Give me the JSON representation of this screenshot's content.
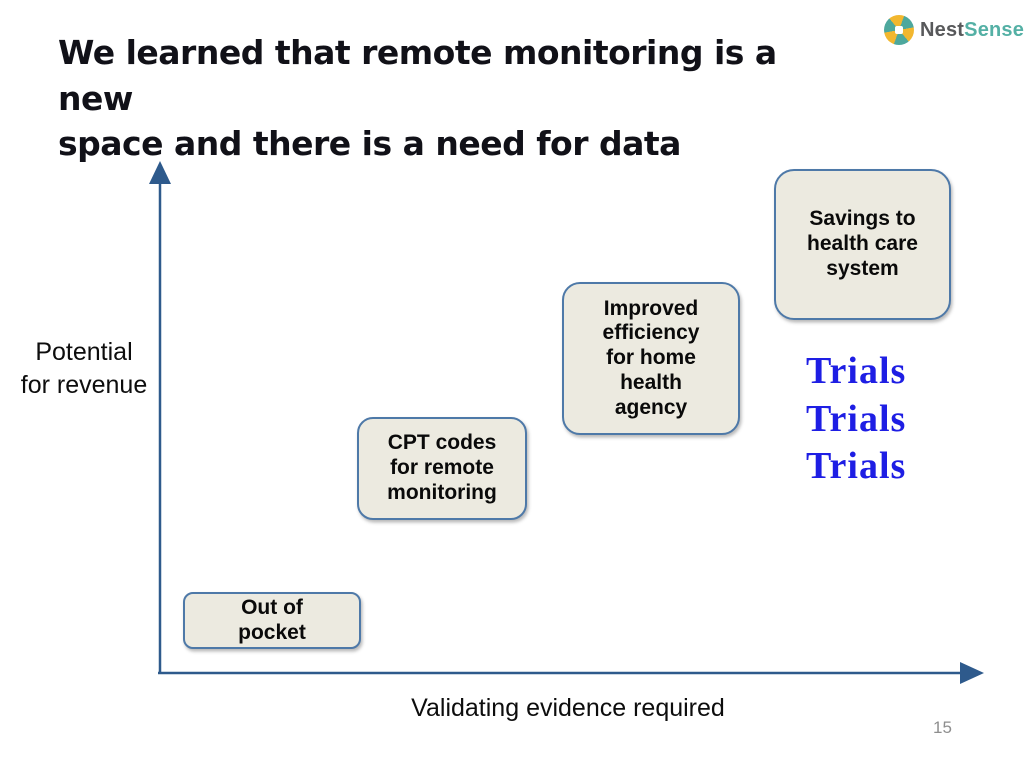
{
  "slide": {
    "title_line1": "We learned that remote monitoring is a new",
    "title_line2": "space and there is a need for data",
    "page_number": "15"
  },
  "logo": {
    "name_primary": "Nest",
    "name_accent": "Sense",
    "icon": "pinwheel-icon",
    "colors": {
      "primary_text": "#58595b",
      "accent_text": "#54b0a5",
      "icon_teal": "#4da89d",
      "icon_yellow": "#f2b72f"
    }
  },
  "chart": {
    "type": "diagram",
    "y_axis_label": "Potential for revenue",
    "x_axis_label": "Validating evidence required",
    "axis_color": "#2e5a8c",
    "box_fill": "#eceae0",
    "box_border": "#4e79a8",
    "stages": [
      {
        "label": "Out of pocket"
      },
      {
        "label": "CPT codes for remote monitoring"
      },
      {
        "label": "Improved efficiency for home health agency"
      },
      {
        "label": "Savings to health care system"
      }
    ],
    "annotation": {
      "color": "#1e1ee4",
      "lines": [
        "Trials",
        "Trials",
        "Trials"
      ]
    }
  }
}
